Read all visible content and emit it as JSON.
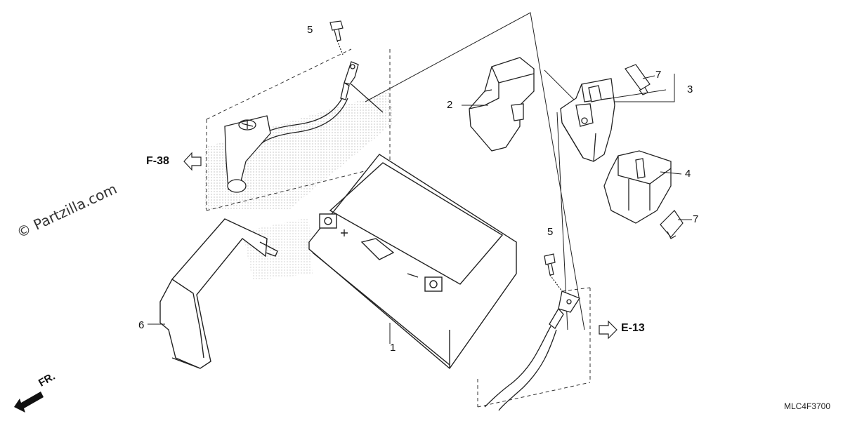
{
  "callouts": {
    "c1": "1",
    "c2": "2",
    "c3": "3",
    "c4": "4",
    "c5a": "5",
    "c5b": "5",
    "c6": "6",
    "c7a": "7",
    "c7b": "7"
  },
  "refs": {
    "f38": "F-38",
    "e13": "E-13"
  },
  "direction": "FR.",
  "watermark": "© Partzilla.com",
  "diagram_code": "MLC4F3700"
}
